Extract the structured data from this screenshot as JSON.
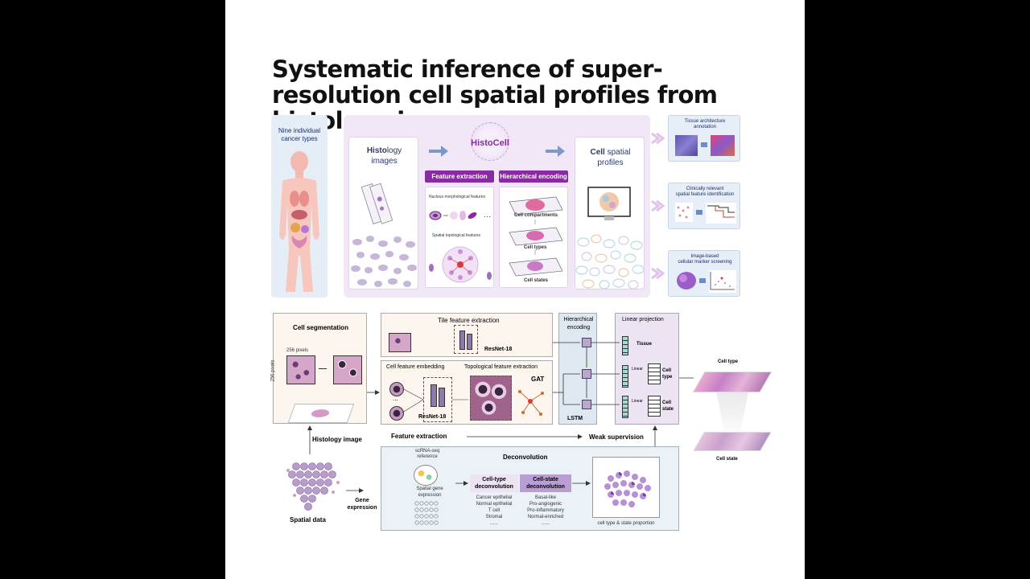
{
  "title": "Systematic inference of super-resolution cell spatial profiles from histology images",
  "top": {
    "left_panel": {
      "label": "Nine individual cancer types"
    },
    "histology": {
      "label_bold": "Histo",
      "label_rest": "logy",
      "label_line2": "images"
    },
    "histocell": {
      "label": "HistoCell"
    },
    "feature_extraction": {
      "tab": "Feature extraction",
      "nucleus": "Nucleus morphological features",
      "spatial": "Spatial topological features",
      "ellipsis": "…"
    },
    "hierarchical_encoding": {
      "tab": "Hierarchical encoding",
      "compartments": "Cell compartments",
      "types": "Cell types",
      "states": "Cell states"
    },
    "cell_spatial": {
      "label_bold": "Cell",
      "label_rest": " spatial",
      "label_line2": "profiles"
    },
    "applications": [
      {
        "line1": "Tissue architecture",
        "line2": "annotation"
      },
      {
        "line1": "Clinically relevant",
        "line2": "spatial feature identification"
      },
      {
        "line1": "Image-based",
        "line2": "cellular marker screening"
      }
    ]
  },
  "bottom": {
    "cell_segmentation": "Cell segmentation",
    "pixels_h": "256 pixels",
    "pixels_v": "256 pixels",
    "tile_feature": "Tile feature extraction",
    "resnet_top": "ResNet-18",
    "cell_feature_embedding": "Cell feature embedding",
    "topological_feature": "Topological feature extraction",
    "gat": "GAT",
    "resnet_bottom": "ResNet-18",
    "ellipsis": "...",
    "hierarchical_encoding": "Hierarchical encoding",
    "lstm": "LSTM",
    "linear_projection": "Linear projection",
    "tissue": "Tissue",
    "linear1": "Linear",
    "linear2": "Linear",
    "cell_type_proj": "Cell type",
    "cell_state_proj": "Cell state",
    "cell_type_out": "Cell type",
    "cell_state_out": "Cell state",
    "histology_image": "Histology image",
    "feature_extraction": "Feature extraction",
    "weak_supervision": "Weak supervision",
    "spatial_data": "Spatial data",
    "gene_expression": "Gene expression",
    "deconvolution": "Deconvolution",
    "scrna_ref": "scRNA-seq reference",
    "spatial_gene_expression": "Spatial gene expression",
    "celltype_deconv": "Cell-type deconvolution",
    "cellstate_deconv": "Cell-state deconvolution",
    "celltype_list": [
      "Cancer epithelial",
      "Normal epithelial",
      "T cell",
      "Stromal",
      "......"
    ],
    "cellstate_list": [
      "Basal-like",
      "Pro-angiogenic",
      "Pro-inflammatory",
      "Normal-enriched",
      "......"
    ],
    "proportion": "cell type & state proportion"
  },
  "colors": {
    "accent_purple": "#8a2aa3",
    "light_purple": "#efe3f6",
    "panel_blue": "#dde8f0"
  }
}
